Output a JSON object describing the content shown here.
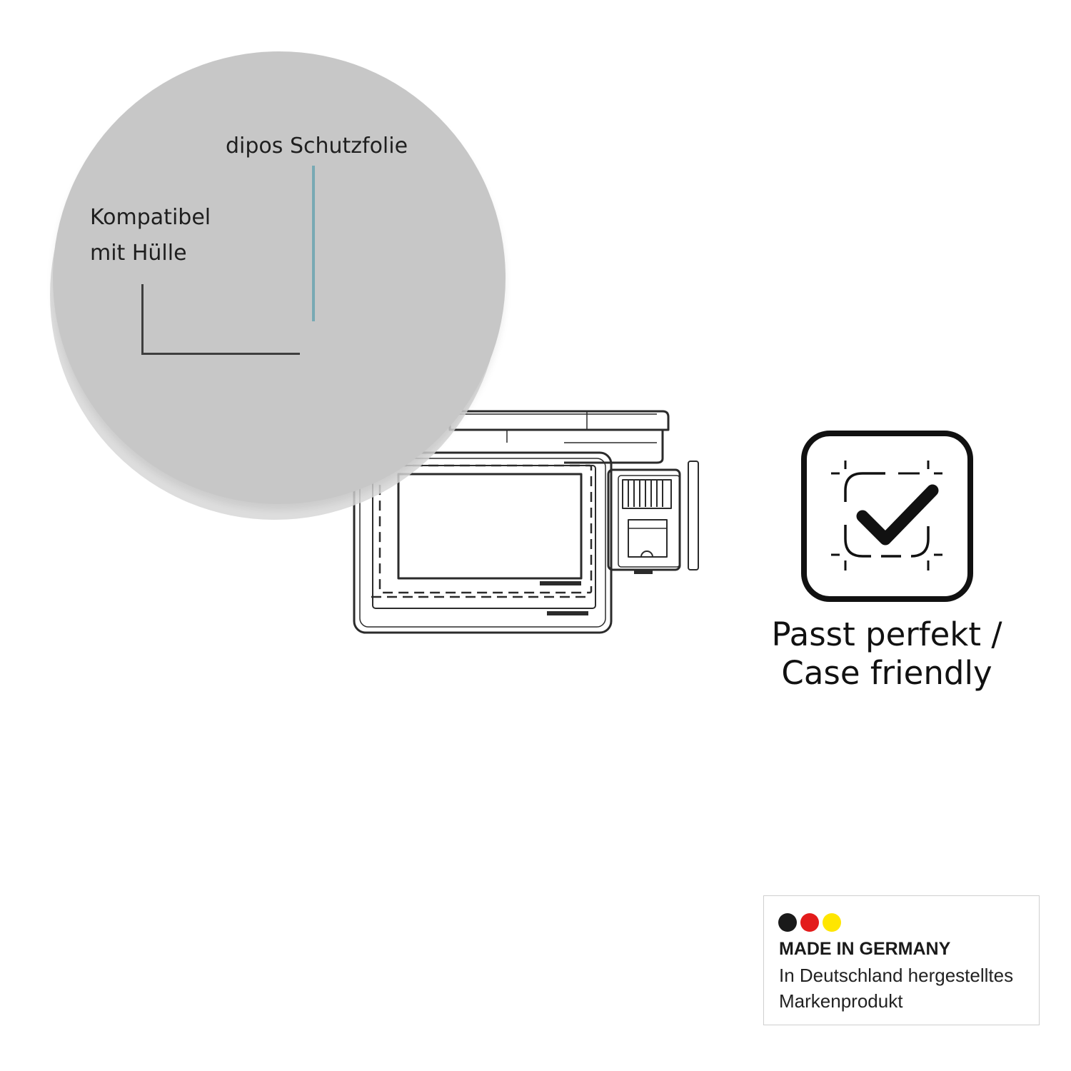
{
  "zoom": {
    "film_label": "dipos Schutzfolie",
    "case_label_line1": "Kompatibel",
    "case_label_line2": "mit Hülle",
    "film_line_color": "#78a9b4",
    "circle_color": "#c7c7c7"
  },
  "device": {
    "icon": "device-line-drawing"
  },
  "fit_badge": {
    "icon": "checkmark-frame-icon",
    "caption_line1": "Passt perfekt /",
    "caption_line2": "Case friendly"
  },
  "made_in": {
    "title": "MADE IN GERMANY",
    "subtitle_line1": "In Deutschland hergestelltes",
    "subtitle_line2": "Markenprodukt",
    "flag_colors": [
      "#1a1a1a",
      "#e31c1c",
      "#ffe600"
    ]
  }
}
